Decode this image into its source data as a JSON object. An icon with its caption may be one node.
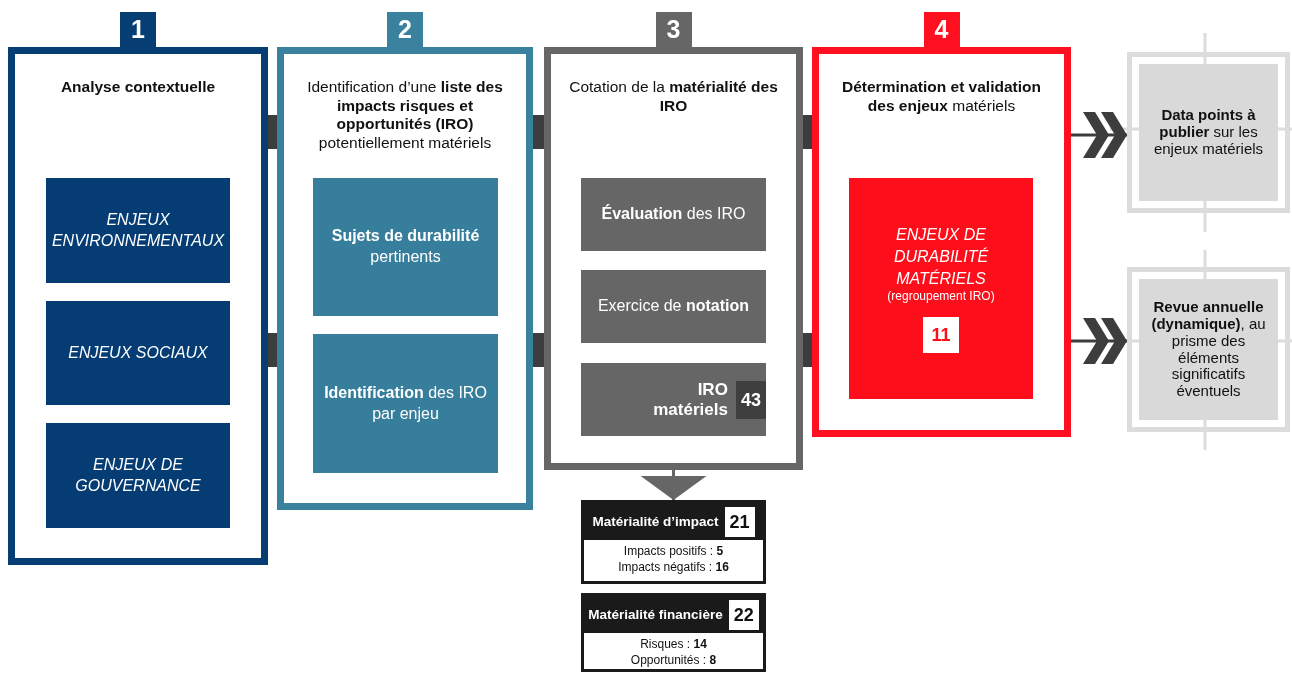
{
  "diagram": {
    "nodes": [
      {
        "text": [
          "1",
          "Analyse contextuelle"
        ]
      },
      {
        "text": [
          "ENJEUX ENVIRONNEMENTAUX"
        ],
        "in": 0
      },
      {
        "text": [
          "ENJEUX SOCIAUX"
        ],
        "in": 0
      },
      {
        "text": [
          "ENJEUX DE GOUVERNANCE"
        ],
        "in": 0
      },
      {
        "text": [
          "2",
          "Identification d’une **liste des impacts risques et opportunités (IRO)** potentiellement matériels"
        ]
      },
      {
        "text": [
          "**Sujets de durabilité** pertinents"
        ],
        "in": 4
      },
      {
        "text": [
          "**Identification** des IRO par enjeu"
        ],
        "in": 4
      },
      {
        "text": [
          "3",
          "Cotation de la **matérialité des IRO**"
        ]
      },
      {
        "text": [
          "**Évaluation** des IRO"
        ],
        "in": 7
      },
      {
        "text": [
          "Exercice de **notation**"
        ],
        "in": 7
      },
      {
        "text": [
          "IRO matériels",
          "43"
        ],
        "in": 7
      },
      {
        "text": [
          "4",
          "**Détermination et validation des enjeux** matériels"
        ]
      },
      {
        "text": [
          "ENJEUX DE DURABILITÉ MATÉRIELS",
          "(regroupement IRO)",
          "11"
        ],
        "in": 11
      },
      {
        "text": [
          "**Data points à publier** sur les enjeux matériels"
        ]
      },
      {
        "text": [
          "**Revue annuelle (dynamique)**, au prisme des éléments significatifs éventuels"
        ]
      },
      {
        "text": [
          "Matérialité d’impact",
          "21",
          "Impacts positifs : **5**",
          "Impacts négatifs : **16**"
        ]
      },
      {
        "text": [
          "Matérialité financière",
          "22",
          "Risques : **14**",
          "Opportunités : **8**"
        ]
      }
    ],
    "edges": [
      {
        "from": 0,
        "to": 4,
        "arrow": "none"
      },
      {
        "from": 0,
        "to": 4,
        "arrow": "none"
      },
      {
        "from": 4,
        "to": 7,
        "arrow": "none"
      },
      {
        "from": 4,
        "to": 7,
        "arrow": "none"
      },
      {
        "from": 7,
        "to": 11,
        "arrow": "none"
      },
      {
        "from": 7,
        "to": 11,
        "arrow": "none"
      },
      {
        "from": 11,
        "to": 13,
        "arrow": "to"
      },
      {
        "from": 11,
        "to": 14,
        "arrow": "to"
      },
      {
        "from": 7,
        "to": 15,
        "arrow": "to",
        "color": "#666666"
      }
    ]
  }
}
